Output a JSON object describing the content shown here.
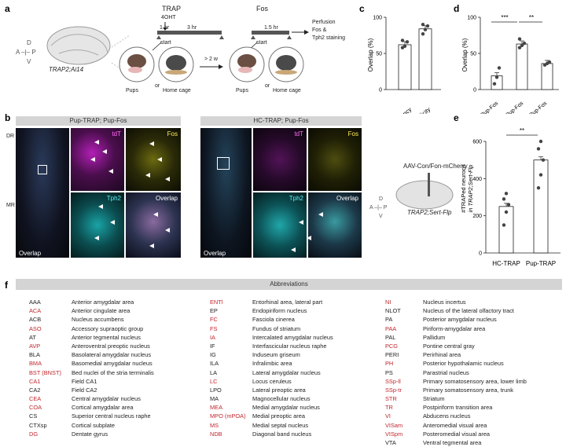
{
  "panels": {
    "a": "a",
    "b": "b",
    "c": "c",
    "d": "d",
    "e": "e",
    "f": "f"
  },
  "panel_a": {
    "trap_label": "TRAP",
    "fos_label": "Fos",
    "ohtt": "4OHT",
    "t1": "1 hr",
    "t3": "3 hr",
    "t15": "1.5 hr",
    "start1": "start",
    "start2": "start",
    "gap": "> 2 w",
    "perfusion": "Perfusion",
    "fos_tph": "Fos &",
    "staining": "Tph2 staining",
    "mouse": "TRAP2;Ai14",
    "pups1": "Pups",
    "or1": "or",
    "home1": "Home cage",
    "pups2": "Pups",
    "or2": "or",
    "home2": "Home cage",
    "compass_d": "D",
    "compass_ap": "A –|– P",
    "compass_v": "V"
  },
  "panel_b": {
    "header_left": "Pup-TRAP; Pup-Fos",
    "header_right": "HC-TRAP; Pup-Fos",
    "dr": "DR",
    "mr": "MR",
    "tdt1": "tdT",
    "fos1": "Fos",
    "tph1": "Tph2",
    "ov1": "Overlap",
    "ovl1": "Overlap",
    "tdt2": "tdT",
    "fos2": "Fos",
    "tph2": "Tph2",
    "ov2": "Overlap",
    "ovl2": "Overlap"
  },
  "panel_c": {
    "ylabel": "Overlap (%)",
    "categories": [
      "Efficiency",
      "Specificity"
    ]
  },
  "panel_d": {
    "ylabel": "Overlap (%)",
    "categories": [
      "HC-TRAP; Pup-Fos",
      "Pup-TRAP; Pup-Fos",
      "Male-TRAP; Pup-Fos"
    ],
    "sig1": "***",
    "sig2": "**"
  },
  "panel_e": {
    "virus": "AAV-Con/Fon-mCherry",
    "mouse": "TRAP2;Sert-Flp",
    "ylabel1": "#TRAPed neurons",
    "ylabel2": "in TRAP2;Sert-Flp",
    "categories": [
      "HC-TRAP",
      "Pup-TRAP"
    ],
    "sig": "**",
    "compass_d": "D",
    "compass_ap": "A –|– P",
    "compass_v": "V"
  },
  "chart_data": [
    {
      "type": "bar",
      "panel": "c",
      "categories": [
        "Efficiency",
        "Specificity"
      ],
      "values": [
        62,
        84
      ],
      "points": [
        [
          58,
          60,
          66,
          68
        ],
        [
          77,
          83,
          88,
          90
        ]
      ],
      "ylabel": "Overlap (%)",
      "yticks": [
        0,
        50,
        100
      ],
      "ylim": [
        0,
        100
      ]
    },
    {
      "type": "bar",
      "panel": "d",
      "categories": [
        "HC-TRAP; Pup-Fos",
        "Pup-TRAP; Pup-Fos",
        "Male-TRAP; Pup-Fos"
      ],
      "values": [
        19,
        63,
        36
      ],
      "points": [
        [
          8,
          17,
          30
        ],
        [
          58,
          61,
          64,
          70
        ],
        [
          34,
          36,
          38
        ]
      ],
      "ylabel": "Overlap (%)",
      "yticks": [
        0,
        50,
        100
      ],
      "ylim": [
        0,
        100
      ]
    },
    {
      "type": "bar",
      "panel": "e",
      "categories": [
        "HC-TRAP",
        "Pup-TRAP"
      ],
      "values": [
        250,
        500
      ],
      "points": [
        [
          150,
          220,
          260,
          290,
          320
        ],
        [
          350,
          420,
          500,
          560,
          600
        ]
      ],
      "ylabel": "#TRAPed neurons in TRAP2;Sert-Flp",
      "yticks": [
        0,
        200,
        400,
        600
      ],
      "ylim": [
        0,
        600
      ]
    }
  ],
  "abbreviations": {
    "title": "Abbreviations",
    "highlight_color": "#c0262d",
    "col1": [
      {
        "code": "AAA",
        "name": "Anterior amygdalar area",
        "hl": false
      },
      {
        "code": "ACA",
        "name": "Anterior cingulate area",
        "hl": true
      },
      {
        "code": "ACB",
        "name": "Nucleus accumbens",
        "hl": false
      },
      {
        "code": "ASO",
        "name": "Accessory supraoptic group",
        "hl": true
      },
      {
        "code": "AT",
        "name": "Anterior tegmental nucleus",
        "hl": false
      },
      {
        "code": "AVP",
        "name": "Anteroventral preoptic nucleus",
        "hl": true
      },
      {
        "code": "BLA",
        "name": "Basolateral amygdalar nucleus",
        "hl": false
      },
      {
        "code": "BMA",
        "name": "Basomedial amygdalar nucleus",
        "hl": true
      },
      {
        "code": "BST (BNST)",
        "name": "Bed nuclei of the stria terminalis",
        "hl": true
      },
      {
        "code": "CA1",
        "name": "Field CA1",
        "hl": true
      },
      {
        "code": "CA2",
        "name": "Field CA2",
        "hl": false
      },
      {
        "code": "CEA",
        "name": "Central amygdalar nucleus",
        "hl": true
      },
      {
        "code": "COA",
        "name": "Cortical amygdalar area",
        "hl": true
      },
      {
        "code": "CS",
        "name": "Superior central nucleus raphe",
        "hl": false
      },
      {
        "code": "CTXsp",
        "name": "Cortical subplate",
        "hl": false
      },
      {
        "code": "DG",
        "name": "Dentate gyrus",
        "hl": true
      }
    ],
    "col2": [
      {
        "code": "ENTl",
        "name": "Entorhinal area, lateral part",
        "hl": true
      },
      {
        "code": "EP",
        "name": "Endopiriform nucleus",
        "hl": false
      },
      {
        "code": "FC",
        "name": "Fasciola cinerea",
        "hl": true
      },
      {
        "code": "FS",
        "name": "Fundus of striatum",
        "hl": true
      },
      {
        "code": "IA",
        "name": "Intercalated amygdalar nucleus",
        "hl": true
      },
      {
        "code": "IF",
        "name": "Interfascicular nucleus raphe",
        "hl": false
      },
      {
        "code": "IG",
        "name": "Induseum griseum",
        "hl": false
      },
      {
        "code": "ILA",
        "name": "Infralimbic area",
        "hl": false
      },
      {
        "code": "LA",
        "name": "Lateral amygdalar nucleus",
        "hl": false
      },
      {
        "code": "LC",
        "name": "Locus ceruleus",
        "hl": true
      },
      {
        "code": "LPO",
        "name": "Lateral preoptic area",
        "hl": false
      },
      {
        "code": "MA",
        "name": "Magnocellular nucleus",
        "hl": false
      },
      {
        "code": "MEA",
        "name": "Medial amygdalar nucleus",
        "hl": true
      },
      {
        "code": "MPO (mPOA)",
        "name": "Medial preoptic area",
        "hl": true
      },
      {
        "code": "MS",
        "name": "Medial septal nucleus",
        "hl": true
      },
      {
        "code": "NDB",
        "name": "Diagonal band nucleus",
        "hl": true
      }
    ],
    "col3": [
      {
        "code": "NI",
        "name": "Nucleus incertus",
        "hl": true
      },
      {
        "code": "NLOT",
        "name": "Nucleus of the lateral olfactory tract",
        "hl": false
      },
      {
        "code": "PA",
        "name": "Posterior amygdalar nucleus",
        "hl": false
      },
      {
        "code": "PAA",
        "name": "Piriform-amygdalar area",
        "hl": true
      },
      {
        "code": "PAL",
        "name": "Pallidum",
        "hl": false
      },
      {
        "code": "PCG",
        "name": "Pontine central gray",
        "hl": true
      },
      {
        "code": "PERI",
        "name": "Perirhinal area",
        "hl": false
      },
      {
        "code": "PH",
        "name": "Posterior hypothalamic nucleus",
        "hl": true
      },
      {
        "code": "PS",
        "name": "Parastrial nucleus",
        "hl": false
      },
      {
        "code": "SSp-ll",
        "name": "Primary somatosensory area, lower limb",
        "hl": true
      },
      {
        "code": "SSp-tr",
        "name": "Primary somatosensory area, trunk",
        "hl": true
      },
      {
        "code": "STR",
        "name": "Striatum",
        "hl": true
      },
      {
        "code": "TR",
        "name": "Postpiriform transition area",
        "hl": true
      },
      {
        "code": "VI",
        "name": "Abducens nucleus",
        "hl": true
      },
      {
        "code": "VISam",
        "name": "Anteromedial visual area",
        "hl": true
      },
      {
        "code": "VISpm",
        "name": "Posteromedial visual area",
        "hl": true
      },
      {
        "code": "VTA",
        "name": "Ventral tegmental area",
        "hl": false
      }
    ]
  }
}
